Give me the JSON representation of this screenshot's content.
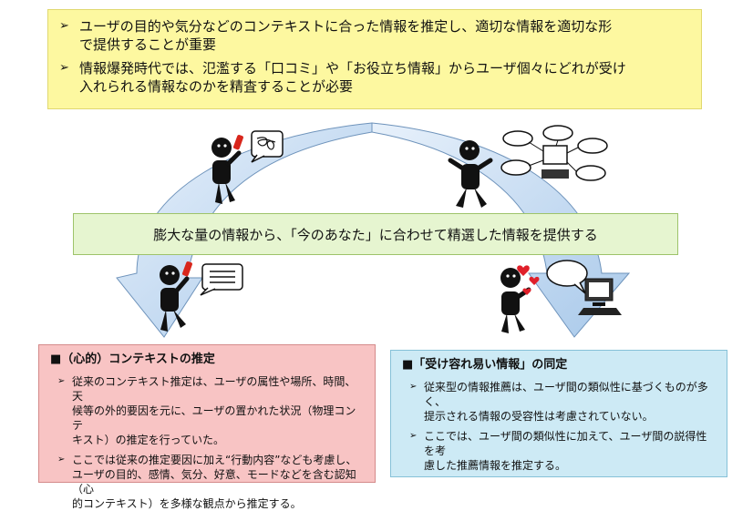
{
  "top_box": {
    "bullet_glyph": "➢",
    "bullets": [
      {
        "line1": "ユーザの目的や気分などのコンテキストに合った情報を推定し、適切な情報を適切な形",
        "line2": "で提供することが重要"
      },
      {
        "line1": "情報爆発時代では、氾濫する「口コミ」や「お役立ち情報」からユーザ個々にどれが受け",
        "line2": "入れられる情報なのかを精査することが必要"
      }
    ]
  },
  "center_bar": {
    "text": "膨大な量の情報から、「今のあなた」に合わせて精選した情報を提供する"
  },
  "panel_left": {
    "heading": "■（心的）コンテキストの推定",
    "bullet_glyph": "➢",
    "items": [
      {
        "lines": [
          "従来のコンテキスト推定は、ユーザの属性や場所、時間、天",
          "候等の外的要因を元に、ユーザの置かれた状況（物理コンテ",
          "キスト）の推定を行っていた。"
        ]
      },
      {
        "lines": [
          "ここでは従来の推定要因に加え“行動内容”なども考慮し、",
          "ユーザの目的、感情、気分、好意、モードなどを含む認知（心",
          "的コンテキスト）を多様な観点から推定する。"
        ]
      }
    ]
  },
  "panel_right": {
    "heading": "■「受け容れ易い情報」の同定",
    "bullet_glyph": "➢",
    "items": [
      {
        "lines": [
          "従来型の情報推薦は、ユーザ間の類似性に基づくものが多く、",
          "提示される情報の受容性は考慮されていない。"
        ]
      },
      {
        "lines": [
          "ここでは、ユーザ間の類似性に加えて、ユーザ間の説得性を考",
          "慮した推薦情報を推定する。"
        ]
      }
    ]
  },
  "colors": {
    "top_box_bg": "#fdf8a0",
    "center_bar_bg": "#e6f5d0",
    "panel_left_bg": "#f8c4c4",
    "panel_right_bg": "#cdeaf5",
    "arc_fill": "#bcd7f0",
    "phone_red": "#d8261c",
    "heart_red": "#e0202a"
  },
  "icons": [
    "person-with-phone-icon",
    "tangled-speech-bubble-icon",
    "excited-person-icon",
    "network-cloud-icon",
    "message-speech-bubble-icon",
    "happy-person-icon",
    "heart-icon",
    "computer-monitor-icon"
  ]
}
